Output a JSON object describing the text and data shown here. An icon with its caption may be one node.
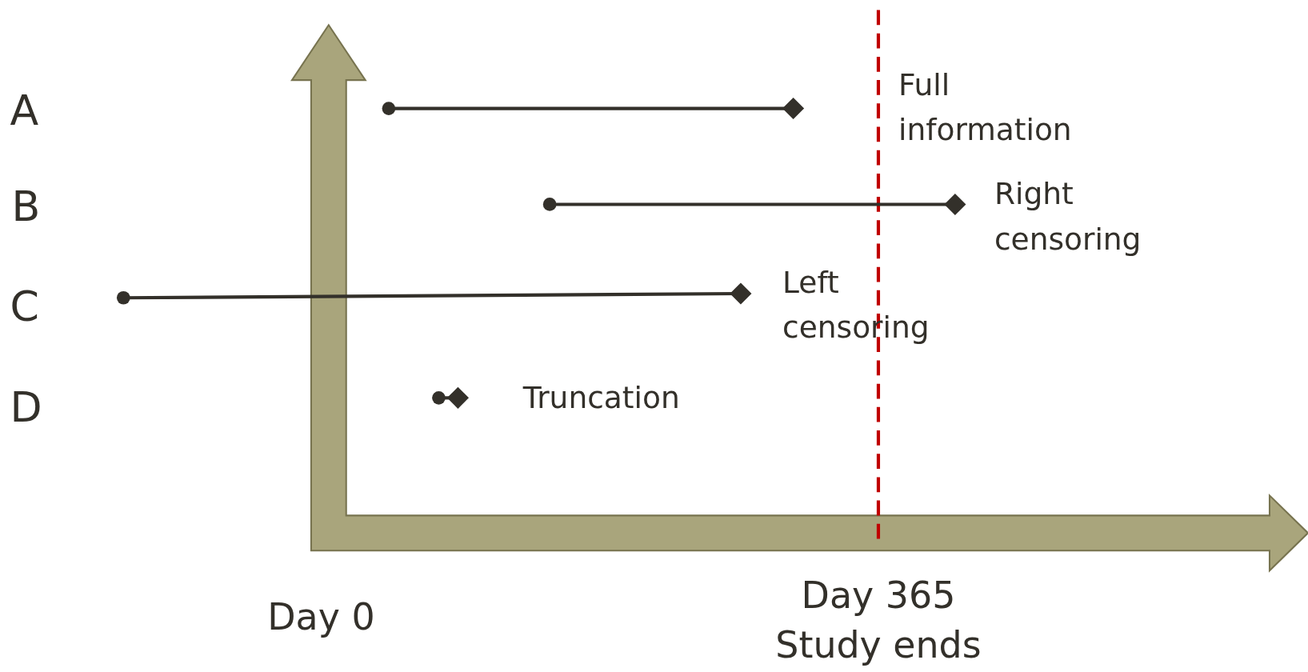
{
  "diagram": {
    "labels": [
      "A",
      "Full information",
      "B",
      "Right censoring",
      "C",
      "Left censoring",
      "D",
      "Truncation",
      "Day 0",
      "Day 365 Study ends"
    ]
  }
}
